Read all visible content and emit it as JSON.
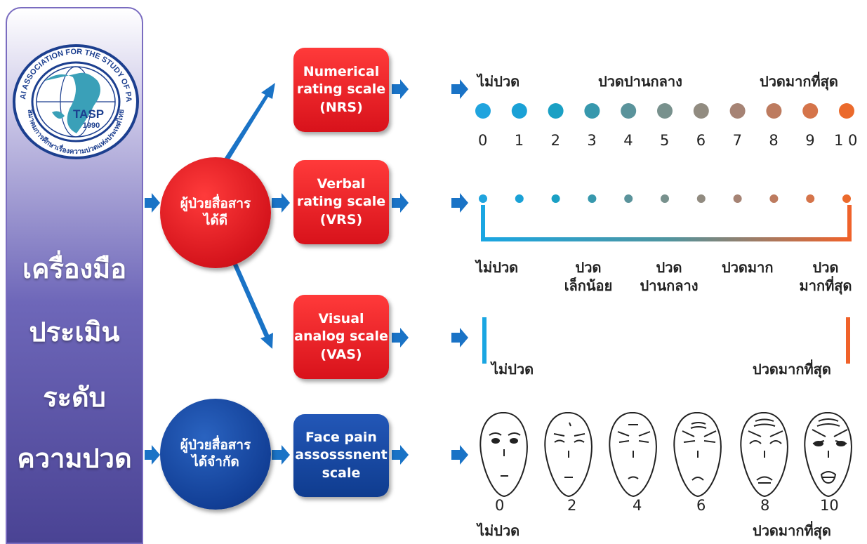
{
  "sidebar": {
    "logo": {
      "arc_text": "THAI ASSOCIATION FOR THE STUDY OF PAIN",
      "bottom_text": "สมาคมการศึกษาเรื่องความปวดแห่งประเทศไทย",
      "abbr": "TASP",
      "year": "1990"
    },
    "title_lines": [
      "เครื่องมือ",
      "ประเมิน",
      "ระดับ",
      "ความปวด"
    ]
  },
  "groups": {
    "good": "ผู้ป่วยสื่อสาร\nได้ดี",
    "limited": "ผู้ป่วยสื่อสาร\nได้จำกัด"
  },
  "scales": {
    "nrs": "Numerical\nrating scale\n(NRS)",
    "vrs": "Verbal\nrating scale\n(VRS)",
    "vas": "Visual\nanalog scale\n(VAS)",
    "face": "Face pain\nassosssnent\nscale"
  },
  "nrs": {
    "label_left": "ไม่ปวด",
    "label_mid": "ปวดปานกลาง",
    "label_right": "ปวดมากที่สุด",
    "numbers": [
      "0",
      "1",
      "2",
      "3",
      "4",
      "5",
      "6",
      "7",
      "8",
      "9",
      "1 0"
    ],
    "dot_colors": [
      "#20a4de",
      "#1aa1d6",
      "#1aa0c4",
      "#3798ad",
      "#5a939b",
      "#78918d",
      "#918b80",
      "#a68374",
      "#bd7b5f",
      "#d5744a",
      "#eb6a2c"
    ]
  },
  "vrs": {
    "labels": [
      "ไม่ปวด",
      "ปวด\nเล็กน้อย",
      "ปวด\nปานกลาง",
      "ปวดมาก",
      "ปวด\nมากที่สุด"
    ]
  },
  "vas": {
    "label_left": "ไม่ปวด",
    "label_right": "ปวดมากที่สุด"
  },
  "faces": {
    "numbers": [
      "0",
      "2",
      "4",
      "6",
      "8",
      "10"
    ],
    "label_left": "ไม่ปวด",
    "label_right": "ปวดมากที่สุด"
  },
  "colors": {
    "arrow": "#1a73c6",
    "scale_start": "#1aa6e2",
    "scale_end": "#f0622a",
    "red": "#d8121b",
    "blue": "#0f3c8f"
  }
}
